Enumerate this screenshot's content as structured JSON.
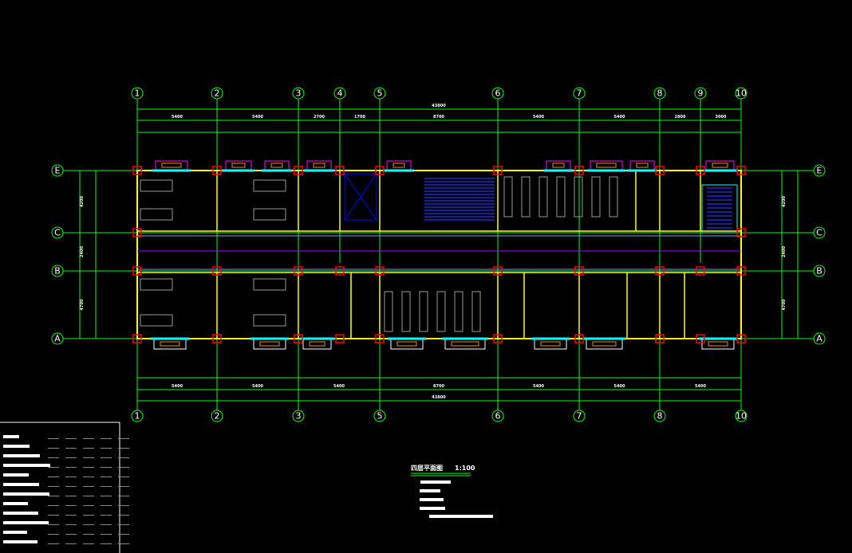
{
  "drawing": {
    "title": "四层平面图",
    "scale": "1:100",
    "column_axes": [
      "1",
      "2",
      "3",
      "4",
      "5",
      "6",
      "7",
      "8",
      "9",
      "10"
    ],
    "bottom_axes": [
      "1",
      "2",
      "3",
      "5",
      "6",
      "7",
      "8",
      "10"
    ],
    "row_axes": [
      "E",
      "C",
      "B",
      "A"
    ],
    "overall_dimension": "43800",
    "bay_dimensions_top": [
      "5400",
      "5400",
      "2700",
      "1700",
      "8700",
      "5400",
      "5400",
      "2800",
      "3000"
    ],
    "bay_dimensions_bottom": [
      "5400",
      "5400",
      "5400",
      "8700",
      "5400",
      "5400",
      "5400"
    ],
    "row_dimensions": [
      "4200",
      "2400",
      "4700"
    ]
  },
  "colors": {
    "axis": "#00ff00",
    "wall": "#ffff00",
    "window": "#00ffff",
    "column": "#ff0000",
    "stair": "#0000ff",
    "annotation": "#aa00ff",
    "furniture": "#9a9a9a"
  }
}
